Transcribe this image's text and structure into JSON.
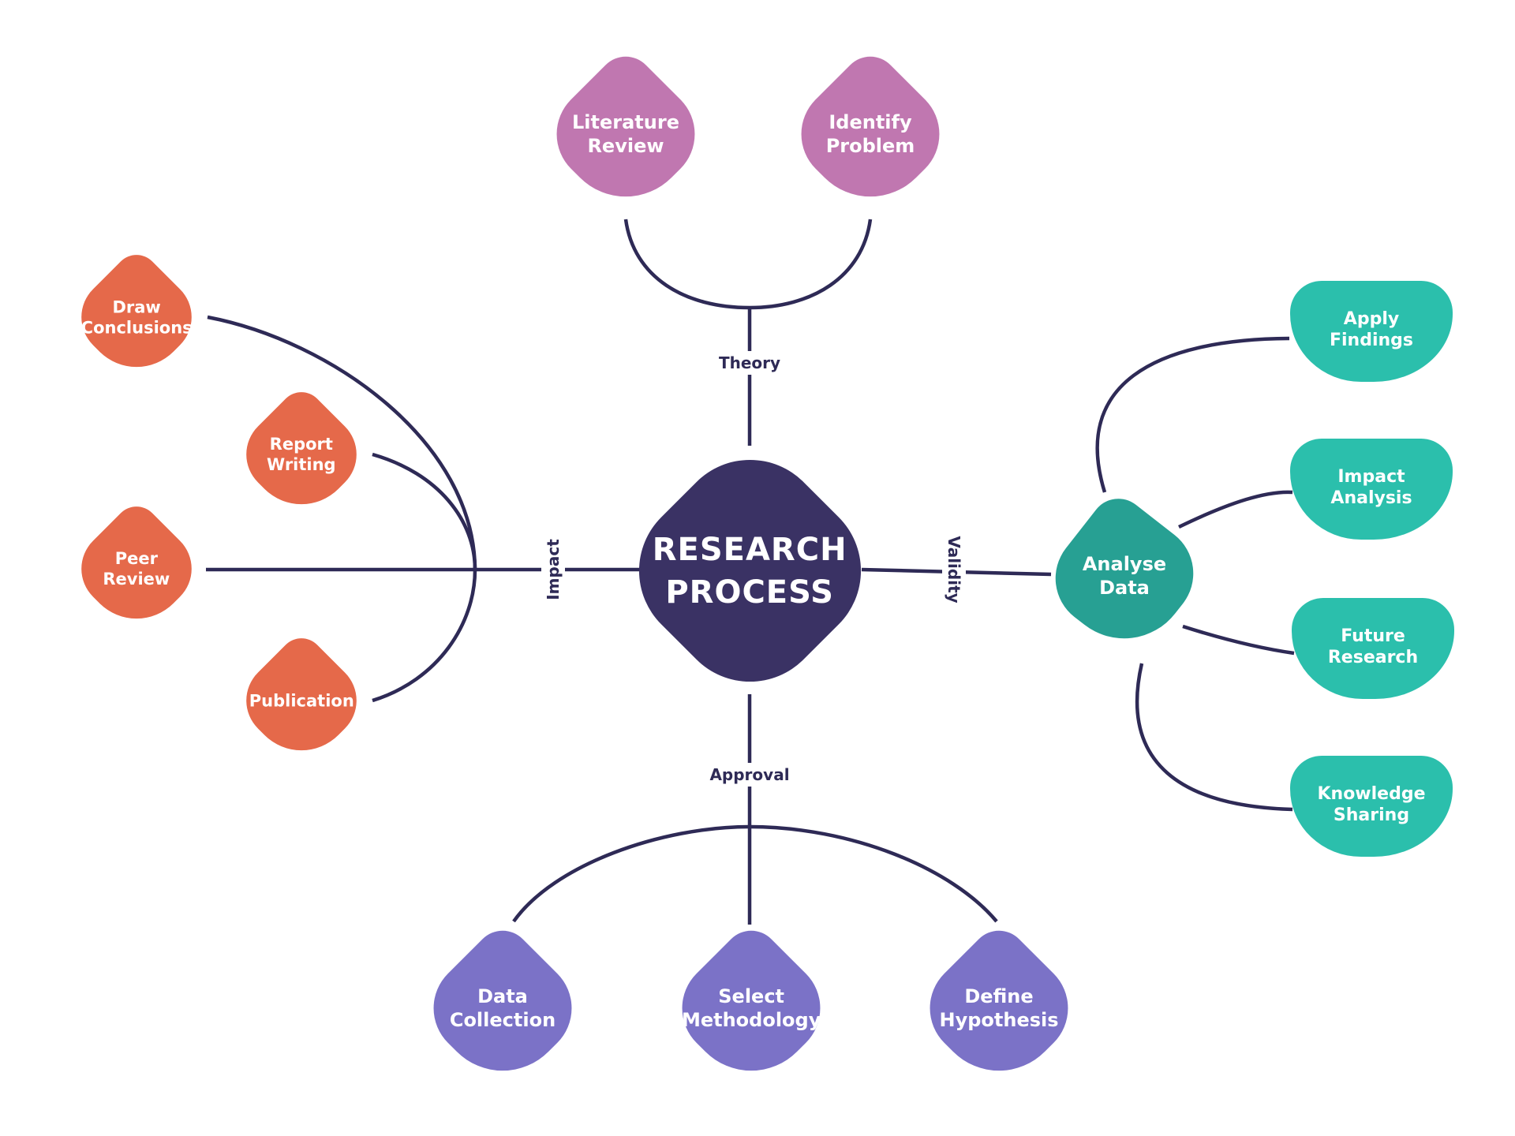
{
  "colors": {
    "background": "#ffffff",
    "line": "#2e2a56",
    "center_fill": "#3a3264",
    "mauve": "#c077b0",
    "coral": "#e5694a",
    "violet": "#7b72c7",
    "teal": "#2bbfac",
    "teal_dark": "#27a093",
    "label_text": "#2e2a56",
    "node_text": "#ffffff"
  },
  "center": {
    "line1": "RESEARCH",
    "line2": "PROCESS"
  },
  "edge_labels": {
    "theory": "Theory",
    "impact": "Impact",
    "validity": "Validity",
    "approval": "Approval"
  },
  "nodes": {
    "literature_review": {
      "line1": "Literature",
      "line2": "Review"
    },
    "identify_problem": {
      "line1": "Identify",
      "line2": "Problem"
    },
    "draw_conclusions": {
      "line1": "Draw",
      "line2": "Conclusions"
    },
    "report_writing": {
      "line1": "Report",
      "line2": "Writing"
    },
    "peer_review": {
      "line1": "Peer",
      "line2": "Review"
    },
    "publication": {
      "line1": "Publication",
      "line2": ""
    },
    "analyse_data": {
      "line1": "Analyse",
      "line2": "Data"
    },
    "apply_findings": {
      "line1": "Apply",
      "line2": "Findings"
    },
    "impact_analysis": {
      "line1": "Impact",
      "line2": "Analysis"
    },
    "future_research": {
      "line1": "Future",
      "line2": "Research"
    },
    "knowledge_sharing": {
      "line1": "Knowledge",
      "line2": "Sharing"
    },
    "data_collection": {
      "line1": "Data",
      "line2": "Collection"
    },
    "select_methodology": {
      "line1": "Select",
      "line2": "Methodology"
    },
    "define_hypothesis": {
      "line1": "Define",
      "line2": "Hypothesis"
    }
  }
}
